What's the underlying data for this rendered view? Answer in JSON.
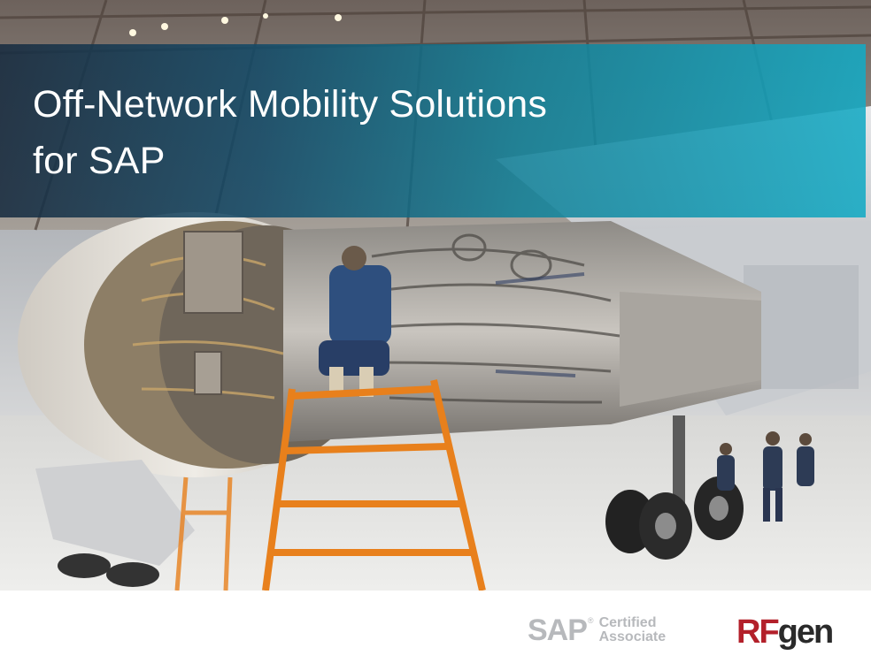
{
  "slide": {
    "title_line1": "Off-Network Mobility Solutions",
    "title_line2": "for SAP",
    "banner_colors": [
      "#182c40",
      "#14aac4"
    ],
    "hero_image": "aircraft-engine-maintenance-photo"
  },
  "footer": {
    "sap_logo": {
      "word": "SAP",
      "registered": "®",
      "line1": "Certified",
      "line2": "Associate",
      "color": "#b7b9bc"
    },
    "rfgen_logo": {
      "part1": "RF",
      "part2": "gen",
      "part1_color": "#b3202a",
      "part2_color": "#2a2a2a"
    }
  }
}
